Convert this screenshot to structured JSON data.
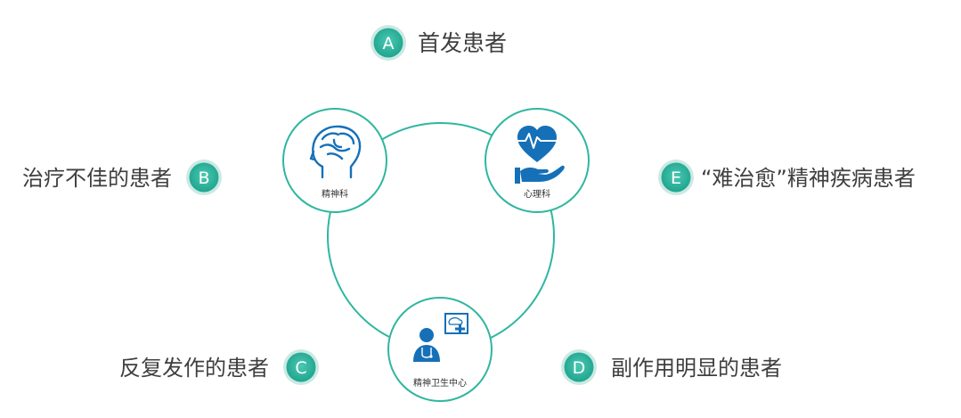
{
  "colors": {
    "accent": "#2fb6a0",
    "accent_light": "#cbe9e3",
    "icon_blue": "#1670b8",
    "text": "#3f3f3f"
  },
  "nodes": {
    "psychiatry": {
      "label": "精神科",
      "icon": "brain-head-icon"
    },
    "psychology": {
      "label": "心理科",
      "icon": "heart-hand-icon"
    },
    "mental_health_center": {
      "label": "精神卫生中心",
      "icon": "doctor-brain-board-icon"
    }
  },
  "items": {
    "a": {
      "letter": "A",
      "text": "首发患者"
    },
    "b": {
      "letter": "B",
      "text": "治疗不佳的患者"
    },
    "c": {
      "letter": "C",
      "text": "反复发作的患者"
    },
    "d": {
      "letter": "D",
      "text": "副作用明显的患者"
    },
    "e": {
      "letter": "E",
      "text": "“难治愈”精神疾病患者"
    }
  }
}
